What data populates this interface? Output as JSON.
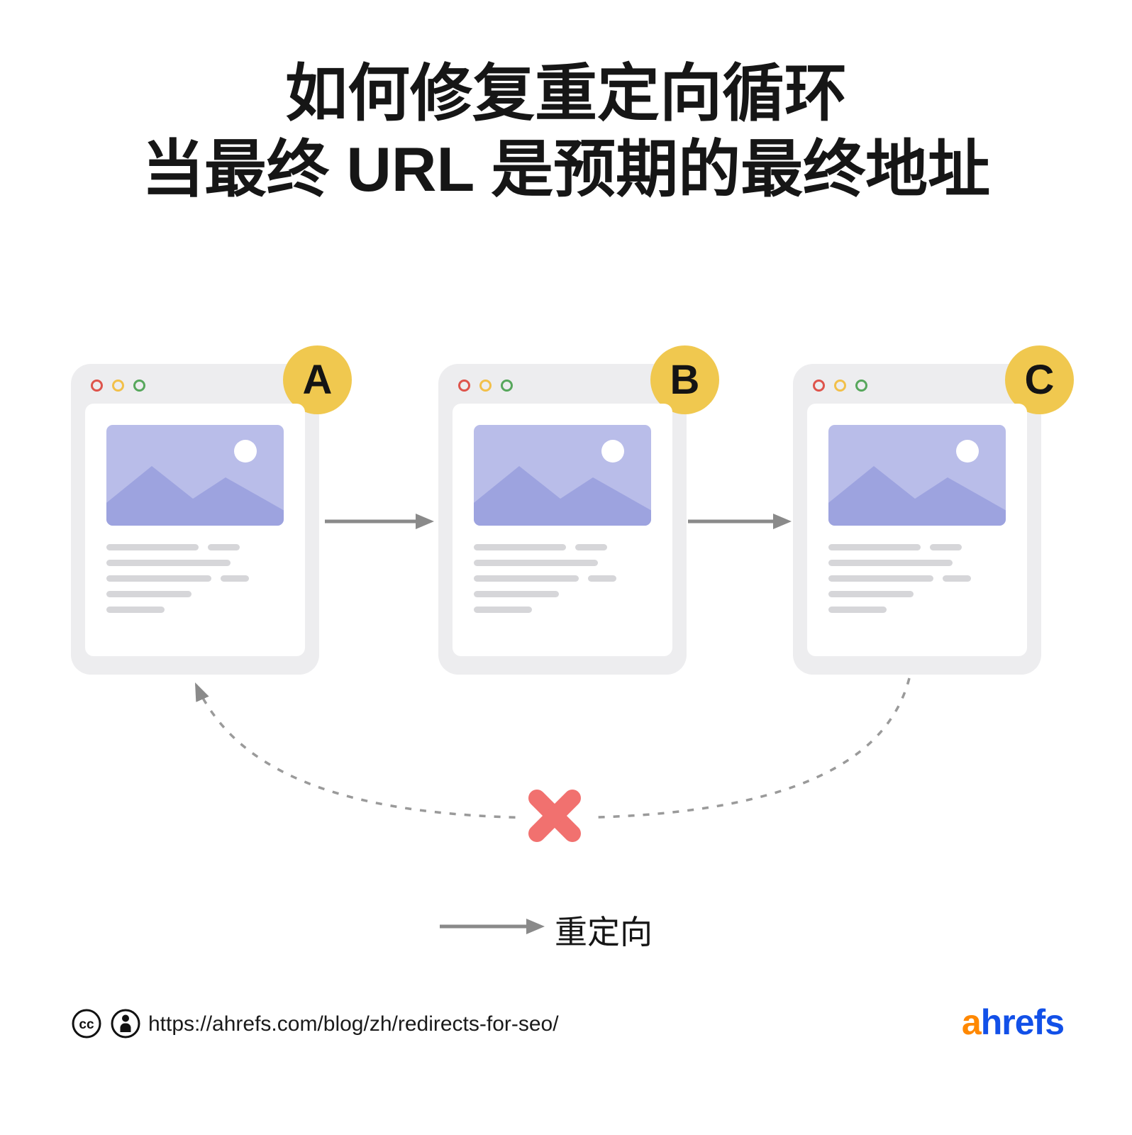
{
  "title": {
    "line1": "如何修复重定向循环",
    "line2": "当最终 URL 是预期的最终地址"
  },
  "cards": [
    {
      "label": "A"
    },
    {
      "label": "B"
    },
    {
      "label": "C"
    }
  ],
  "legend": {
    "label": "重定向"
  },
  "footer": {
    "cc_text": "cc",
    "url": "https://ahrefs.com/blog/zh/redirects-for-seo/",
    "logo_a": "a",
    "logo_rest": "hrefs"
  },
  "colors": {
    "badge_yellow": "#F0C84F",
    "card_gray": "#EDEDEF",
    "thumb_lavender": "#B9BDE9",
    "thumb_mountain": "#9DA3DF",
    "text_line_gray": "#D6D6D9",
    "arrow_gray": "#8A8A8A",
    "loop_dash_gray": "#9A9A9A",
    "error_red": "#F1716F",
    "dot_red": "#DE544C",
    "dot_yellow": "#F2C04A",
    "dot_green": "#57A75C",
    "logo_orange": "#FF8800",
    "logo_blue": "#1250E8"
  }
}
